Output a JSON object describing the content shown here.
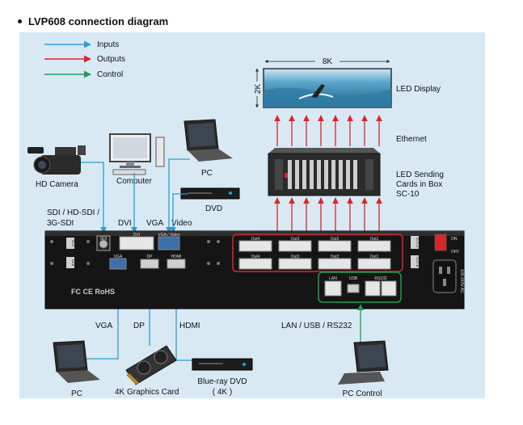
{
  "title": "LVP608 connection diagram",
  "legend": [
    {
      "label": "Inputs",
      "color": "#2a9fd6"
    },
    {
      "label": "Outputs",
      "color": "#d9262a"
    },
    {
      "label": "Control",
      "color": "#1f9d55"
    }
  ],
  "display": {
    "width_label": "8K",
    "height_label": "2K",
    "label": "LED Display"
  },
  "ethernet_label": "Ethernet",
  "sending_box": {
    "label_line1": "LED Sending",
    "label_line2": "Cards in Box",
    "label_line3": "SC-10"
  },
  "devices": {
    "hd_camera": "HD Camera",
    "computer": "Computer",
    "pc_top": "PC",
    "dvd": "DVD",
    "pc_bottom": "PC",
    "graphics_card": "4K Graphics Card",
    "bluray_line1": "Blue-ray DVD",
    "bluray_line2": "( 4K )",
    "pc_control": "PC Control"
  },
  "input_labels": {
    "sdi_line1": "SDI / HD-SDI /",
    "sdi_line2": "3G-SDI",
    "dvi": "DVI",
    "vga": "VGA",
    "video": "Video",
    "vga_bottom": "VGA",
    "dp": "DP",
    "hdmi": "HDMI",
    "control": "LAN / USB / RS232"
  },
  "ports": {
    "top_row": [
      "SDI",
      "DVI",
      "VGA / Video"
    ],
    "bottom_row": [
      "VGA",
      "DP",
      "HDMI"
    ],
    "outputs_top": [
      "Out4",
      "Out3",
      "Out2",
      "Out1"
    ],
    "outputs_bottom": [
      "Out4",
      "Out3",
      "Out2",
      "Out1"
    ],
    "control": [
      "LAN",
      "USB",
      "RS232"
    ],
    "in_a": "IN-A",
    "in_b": "IN-B",
    "out_a": "OUT-A",
    "out_b": "OUT-B",
    "on": "ON",
    "off": "OFF",
    "power": "100-240V AC",
    "cert": "FC CE RoHS"
  }
}
